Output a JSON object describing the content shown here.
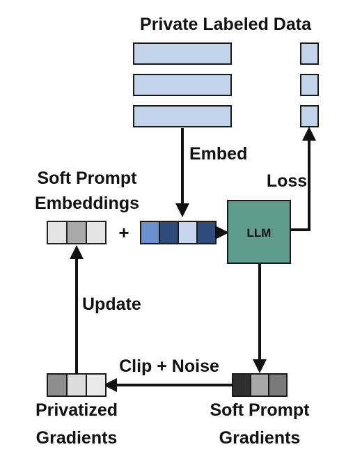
{
  "labels": {
    "private_data": "Private Labeled Data",
    "embed": "Embed",
    "loss": "Loss",
    "soft_prompt_line1": "Soft Prompt",
    "soft_prompt_line2": "Embeddings",
    "plus": "+",
    "llm": "LLM",
    "update": "Update",
    "clip_noise": "Clip + Noise",
    "privatized_line1": "Privatized",
    "privatized_line2": "Gradients",
    "soft_grad_line1": "Soft Prompt",
    "soft_grad_line2": "Gradients"
  },
  "colors": {
    "data_block": "#c3d3ea",
    "llm_box": "#5e9b8d",
    "arrow": "#111111",
    "soft_prompt_cells": [
      "#e4e4e4",
      "#a9a9a9",
      "#e4e4e4"
    ],
    "input_cells": [
      "#6b90cf",
      "#2f4c7a",
      "#c7d6ee",
      "#2f4c7a"
    ],
    "soft_grad_cells": [
      "#2e2e2e",
      "#a7a7a7",
      "#7a7a7a"
    ],
    "privatized_cells": [
      "#8e8e8e",
      "#dcdcdc",
      "#e9e9e9"
    ]
  }
}
